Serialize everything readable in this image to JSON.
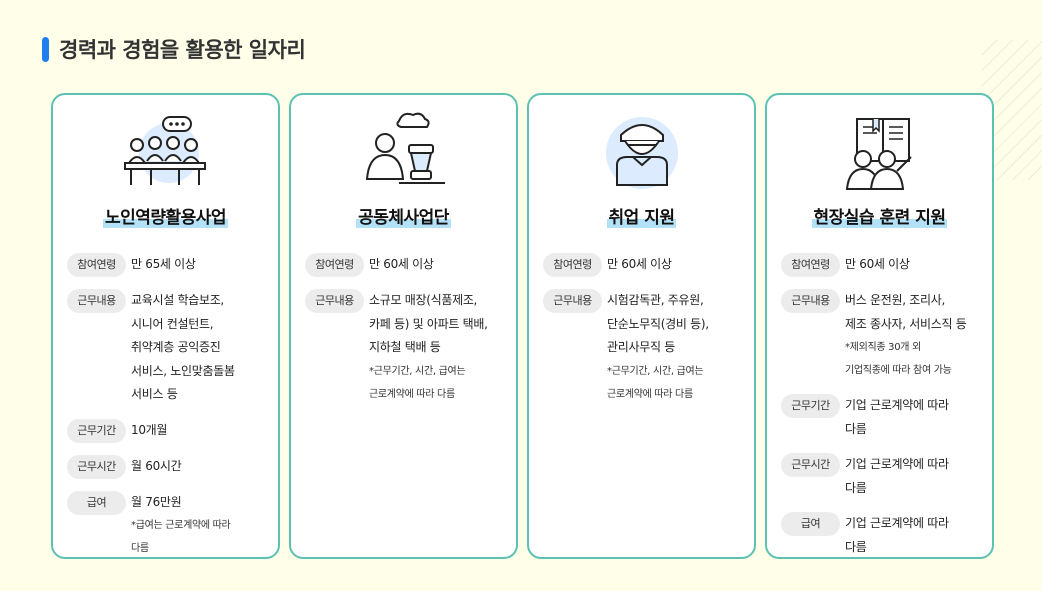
{
  "page": {
    "title": "경력과 경험을 활용한 일자리"
  },
  "cards": [
    {
      "title": "노인역량활용사업",
      "icon": "meeting-people-icon",
      "rows": [
        {
          "label": "참여연령",
          "value": [
            "만 65세 이상"
          ]
        },
        {
          "label": "근무내용",
          "value": [
            "교육시설 학습보조,",
            "시니어 컨설턴트,",
            "취약계층 공익증진",
            "서비스, 노인맞춤돌봄",
            "서비스 등"
          ]
        },
        {
          "label": "근무기간",
          "value": [
            "10개월"
          ]
        },
        {
          "label": "근무시간",
          "value": [
            "월 60시간"
          ]
        },
        {
          "label": "급여",
          "value": [
            "월 76만원"
          ],
          "note": [
            "*급여는 근로계약에 따라",
            "다름"
          ]
        }
      ]
    },
    {
      "title": "공동체사업단",
      "icon": "food-service-worker-icon",
      "rows": [
        {
          "label": "참여연령",
          "value": [
            "만 60세 이상"
          ]
        },
        {
          "label": "근무내용",
          "value": [
            "소규모 매장(식품제조,",
            "카페 등) 및 아파트 택배,",
            "지하철 택배 등"
          ],
          "note": [
            "*근무기간, 시간, 급여는",
            "근로계약에 따라 다름"
          ]
        }
      ]
    },
    {
      "title": "취업 지원",
      "icon": "worker-with-cap-icon",
      "rows": [
        {
          "label": "참여연령",
          "value": [
            "만 60세 이상"
          ]
        },
        {
          "label": "근무내용",
          "value": [
            "시험감독관, 주유원,",
            "단순노무직(경비 등),",
            "관리사무직 등"
          ],
          "note": [
            "*근무기간, 시간, 급여는",
            "근로계약에 따라 다름"
          ]
        }
      ]
    },
    {
      "title": "현장실습 훈련 지원",
      "icon": "training-book-icon",
      "rows": [
        {
          "label": "참여연령",
          "value": [
            "만 60세 이상"
          ]
        },
        {
          "label": "근무내용",
          "value": [
            "버스 운전원, 조리사,",
            "제조 종사자, 서비스직 등"
          ],
          "note": [
            "*제외직종 30개 외",
            "기업직종에 따라 참여 가능"
          ]
        },
        {
          "label": "근무기간",
          "value": [
            "기업 근로계약에 따라",
            "다름"
          ]
        },
        {
          "label": "근무시간",
          "value": [
            "기업 근로계약에 따라",
            "다름"
          ]
        },
        {
          "label": "급여",
          "value": [
            "기업 근로계약에 따라",
            "다름"
          ]
        }
      ]
    }
  ],
  "colors": {
    "accent": "#1e7ff0",
    "card_border": "#5cc1b3",
    "highlight": "#b3e1f7",
    "icon_circle": "#dcebfd",
    "background": "#fefee9"
  }
}
